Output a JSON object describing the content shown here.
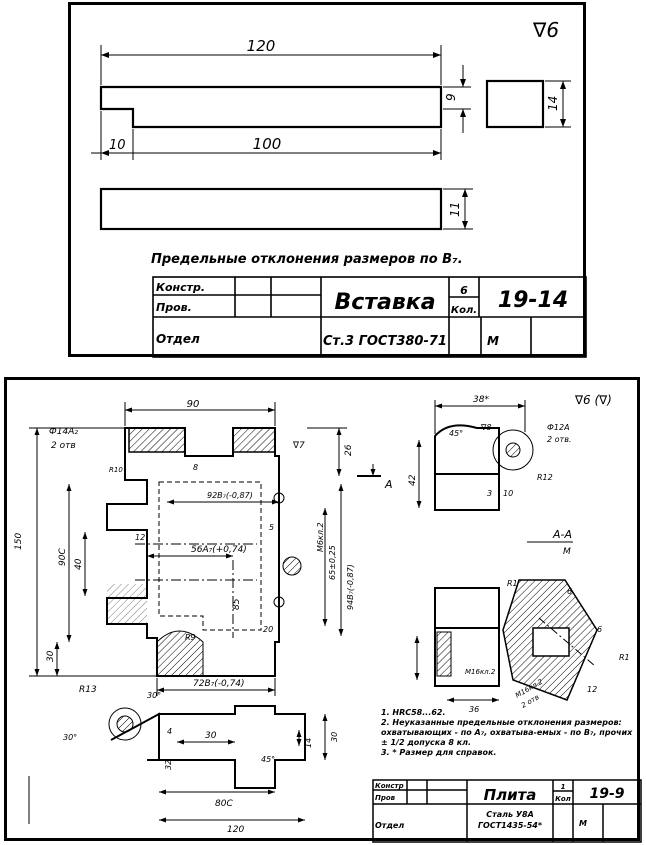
{
  "drawing1": {
    "roughness": "∇6",
    "dims": {
      "overall_length": "120",
      "step_length": "10",
      "main_length": "100",
      "step_height": "9",
      "section_height": "14",
      "thickness": "11"
    },
    "note": "Предельные отклонения размеров по B₇.",
    "title_block": {
      "constr": "Констр.",
      "prov": "Пров.",
      "dept": "Отдел",
      "name": "Вставка",
      "qty": "6",
      "qty_label": "Кол.",
      "number": "19-14",
      "material": "Ст.3 ГОСТ380-71",
      "sheet": "М"
    }
  },
  "drawing2": {
    "roughness": "∇6 (∇)",
    "dims": {
      "top_width": "90",
      "hole_spec": "Ф14A₂",
      "hole_count": "2 отв",
      "r10": "R10",
      "d150": "150",
      "d90c": "90C",
      "d40": "40",
      "d30": "30",
      "d26": "26",
      "d8": "8",
      "d12": "12",
      "d5": "5",
      "d92b": "92B₇(-0,87)",
      "d56a": "56A₇(+0,74)",
      "d85": "85",
      "r9": "R9",
      "d20": "20",
      "d72b": "72B₇(-0,74)",
      "d948": "94B₇(-0,87)",
      "d65": "65±0,25",
      "m6": "M6кл.2",
      "roughness7": "∇7",
      "sec_label": "A",
      "d38": "38*",
      "d45": "45°",
      "d8b": "∇8",
      "hole12": "Ф12A",
      "hole12_count": "2 отв.",
      "r12": "R12",
      "d42": "42",
      "d3": "3",
      "d10": "10",
      "d36": "36",
      "m16": "M16кл.2",
      "sec_aa": "A-A",
      "sec_scale": "M",
      "r1": "R1",
      "r1b": "R1",
      "d6": "6",
      "d6b": "6",
      "d12b": "12",
      "m16b": "M16кл.2",
      "m16b_count": "2 отв",
      "r13": "R13",
      "d30deg": "30°",
      "d30b": "30°",
      "d4": "4",
      "d30c": "30",
      "d32": "32",
      "d45b": "45°",
      "d14": "14",
      "d30d": "30",
      "d80c": "80C",
      "d120": "120"
    },
    "notes": [
      "1. HRC58...62.",
      "2. Неуказанные предельные отклонения размеров: охватывающих - по A₇, охватыва-емых - по B₇, прочих ± 1/2 допуска 8 кл.",
      "3. * Размер для справок."
    ],
    "title_block": {
      "constr": "Констр",
      "prov": "Пров",
      "dept": "Отдел",
      "name": "Плита",
      "qty": "1",
      "qty_label": "Кол",
      "number": "19-9",
      "material_a": "Сталь У8А",
      "material_b": "ГОСТ1435-54*",
      "sheet": "М"
    }
  }
}
